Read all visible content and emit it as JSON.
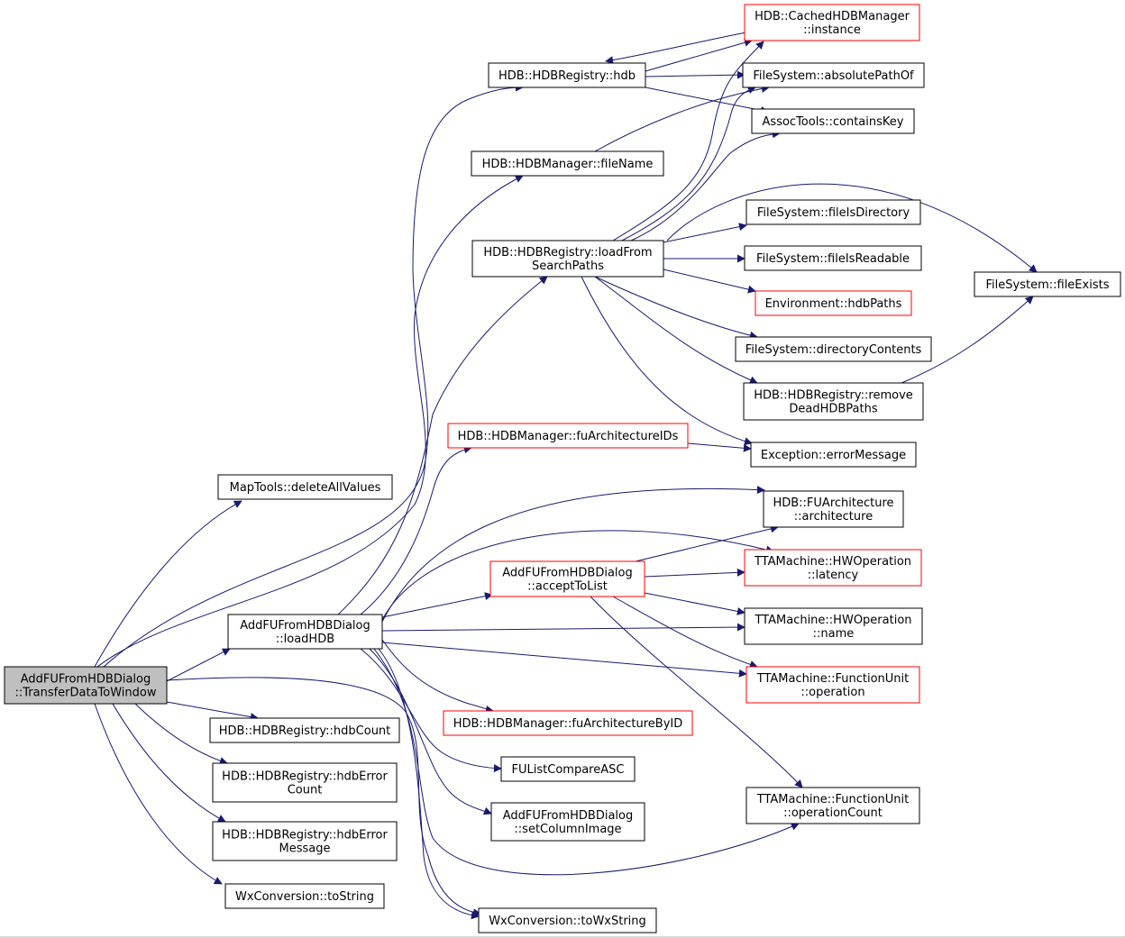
{
  "colors": {
    "edge": "#191970",
    "node_border": "#000000",
    "node_border_truncated": "#ff0000",
    "root_fill": "#bfbfbf",
    "node_fill": "#ffffff"
  },
  "nodes": {
    "transfer": {
      "lines": [
        "AddFUFromHDBDialog",
        "::TransferDataToWindow"
      ],
      "root": true
    },
    "deleteAll": {
      "lines": [
        "MapTools::deleteAllValues"
      ]
    },
    "loadHDB": {
      "lines": [
        "AddFUFromHDBDialog",
        "::loadHDB"
      ]
    },
    "hdbCount": {
      "lines": [
        "HDB::HDBRegistry::hdbCount"
      ]
    },
    "hdbErrCount": {
      "lines": [
        "HDB::HDBRegistry::hdbError",
        "Count"
      ]
    },
    "hdbErrMsg": {
      "lines": [
        "HDB::HDBRegistry::hdbError",
        "Message"
      ]
    },
    "toString": {
      "lines": [
        "WxConversion::toString"
      ]
    },
    "hdb": {
      "lines": [
        "HDB::HDBRegistry::hdb"
      ]
    },
    "fileName": {
      "lines": [
        "HDB::HDBManager::fileName"
      ]
    },
    "loadSearch": {
      "lines": [
        "HDB::HDBRegistry::loadFrom",
        "SearchPaths"
      ]
    },
    "fuArchIDs": {
      "lines": [
        "HDB::HDBManager::fuArchitectureIDs"
      ],
      "truncated": true
    },
    "acceptToList": {
      "lines": [
        "AddFUFromHDBDialog",
        "::acceptToList"
      ],
      "truncated": true
    },
    "fuArchByID": {
      "lines": [
        "HDB::HDBManager::fuArchitectureByID"
      ],
      "truncated": true
    },
    "fuListCmp": {
      "lines": [
        "FUListCompareASC"
      ]
    },
    "setColImg": {
      "lines": [
        "AddFUFromHDBDialog",
        "::setColumnImage"
      ]
    },
    "toWxString": {
      "lines": [
        "WxConversion::toWxString"
      ]
    },
    "cachedInst": {
      "lines": [
        "HDB::CachedHDBManager",
        "::instance"
      ],
      "truncated": true
    },
    "absPath": {
      "lines": [
        "FileSystem::absolutePathOf"
      ]
    },
    "containsKey": {
      "lines": [
        "AssocTools::containsKey"
      ]
    },
    "isDir": {
      "lines": [
        "FileSystem::fileIsDirectory"
      ]
    },
    "isReadable": {
      "lines": [
        "FileSystem::fileIsReadable"
      ]
    },
    "hdbPaths": {
      "lines": [
        "Environment::hdbPaths"
      ],
      "truncated": true
    },
    "dirContents": {
      "lines": [
        "FileSystem::directoryContents"
      ]
    },
    "removeDead": {
      "lines": [
        "HDB::HDBRegistry::remove",
        "DeadHDBPaths"
      ]
    },
    "errMsg": {
      "lines": [
        "Exception::errorMessage"
      ]
    },
    "fuArch": {
      "lines": [
        "HDB::FUArchitecture",
        "::architecture"
      ]
    },
    "latency": {
      "lines": [
        "TTAMachine::HWOperation",
        "::latency"
      ],
      "truncated": true
    },
    "hwName": {
      "lines": [
        "TTAMachine::HWOperation",
        "::name"
      ]
    },
    "operation": {
      "lines": [
        "TTAMachine::FunctionUnit",
        "::operation"
      ],
      "truncated": true
    },
    "opCount": {
      "lines": [
        "TTAMachine::FunctionUnit",
        "::operationCount"
      ]
    },
    "fileExists": {
      "lines": [
        "FileSystem::fileExists"
      ]
    }
  },
  "edges": [
    [
      "transfer",
      "deleteAll"
    ],
    [
      "transfer",
      "loadHDB"
    ],
    [
      "transfer",
      "hdbCount"
    ],
    [
      "transfer",
      "hdbErrCount"
    ],
    [
      "transfer",
      "hdbErrMsg"
    ],
    [
      "transfer",
      "toString"
    ],
    [
      "transfer",
      "hdb"
    ],
    [
      "transfer",
      "fileName"
    ],
    [
      "transfer",
      "toWxString"
    ],
    [
      "loadHDB",
      "loadSearch"
    ],
    [
      "loadHDB",
      "fuArchIDs"
    ],
    [
      "loadHDB",
      "acceptToList"
    ],
    [
      "loadHDB",
      "fuArchByID"
    ],
    [
      "loadHDB",
      "fuListCmp"
    ],
    [
      "loadHDB",
      "setColImg"
    ],
    [
      "loadHDB",
      "toWxString"
    ],
    [
      "loadHDB",
      "hwName"
    ],
    [
      "loadHDB",
      "operation"
    ],
    [
      "loadHDB",
      "fuArch"
    ],
    [
      "loadHDB",
      "latency"
    ],
    [
      "loadHDB",
      "opCount"
    ],
    [
      "hdb",
      "absPath"
    ],
    [
      "hdb",
      "containsKey"
    ],
    [
      "hdb",
      "cachedInst"
    ],
    [
      "cachedInst",
      "hdb"
    ],
    [
      "fileName",
      "absPath"
    ],
    [
      "loadSearch",
      "cachedInst"
    ],
    [
      "loadSearch",
      "absPath"
    ],
    [
      "loadSearch",
      "containsKey"
    ],
    [
      "loadSearch",
      "isDir"
    ],
    [
      "loadSearch",
      "isReadable"
    ],
    [
      "loadSearch",
      "hdbPaths"
    ],
    [
      "loadSearch",
      "dirContents"
    ],
    [
      "loadSearch",
      "removeDead"
    ],
    [
      "loadSearch",
      "errMsg"
    ],
    [
      "loadSearch",
      "fileExists"
    ],
    [
      "removeDead",
      "fileExists"
    ],
    [
      "fuArchIDs",
      "errMsg"
    ],
    [
      "acceptToList",
      "fuArch"
    ],
    [
      "acceptToList",
      "latency"
    ],
    [
      "acceptToList",
      "hwName"
    ],
    [
      "acceptToList",
      "operation"
    ],
    [
      "acceptToList",
      "opCount"
    ]
  ]
}
